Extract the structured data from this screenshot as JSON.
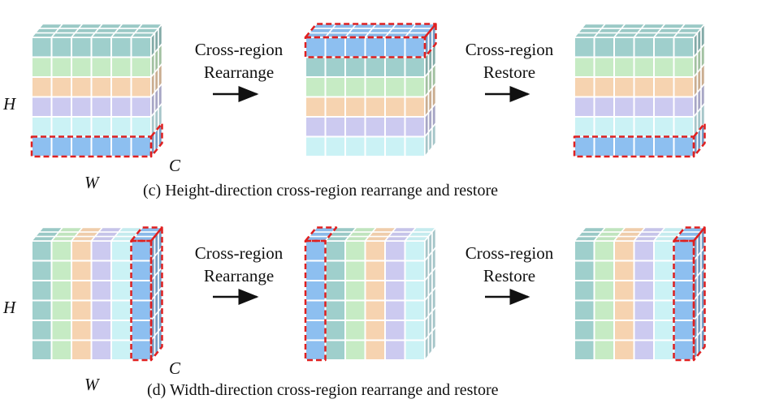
{
  "diagram": {
    "height_direction": {
      "caption": "(c) Height-direction cross-region rearrange and restore",
      "axis_h": "H",
      "axis_w": "W",
      "axis_c": "C",
      "step1_label_line1": "Cross-region",
      "step1_label_line2": "Rearrange",
      "step2_label_line1": "Cross-region",
      "step2_label_line2": "Restore",
      "band_order_original": [
        "teal",
        "green",
        "orange",
        "purple",
        "cyan",
        "blue"
      ],
      "band_order_rearranged": [
        "blue",
        "teal",
        "green",
        "orange",
        "purple",
        "cyan"
      ]
    },
    "width_direction": {
      "caption": "(d) Width-direction cross-region rearrange and restore",
      "axis_h": "H",
      "axis_w": "W",
      "axis_c": "C",
      "step1_label_line1": "Cross-region",
      "step1_label_line2": "Rearrange",
      "step2_label_line1": "Cross-region",
      "step2_label_line2": "Restore",
      "band_order_original": [
        "teal",
        "green",
        "orange",
        "purple",
        "cyan",
        "blue"
      ],
      "band_order_rearranged": [
        "blue",
        "teal",
        "green",
        "orange",
        "purple",
        "cyan"
      ]
    },
    "colors": {
      "teal": "#9fcfcc",
      "green": "#c6ebc4",
      "orange": "#f6d3b0",
      "purple": "#cccaf0",
      "cyan": "#cbf2f5",
      "blue": "#8dbff0",
      "highlight": "#e02020"
    }
  }
}
